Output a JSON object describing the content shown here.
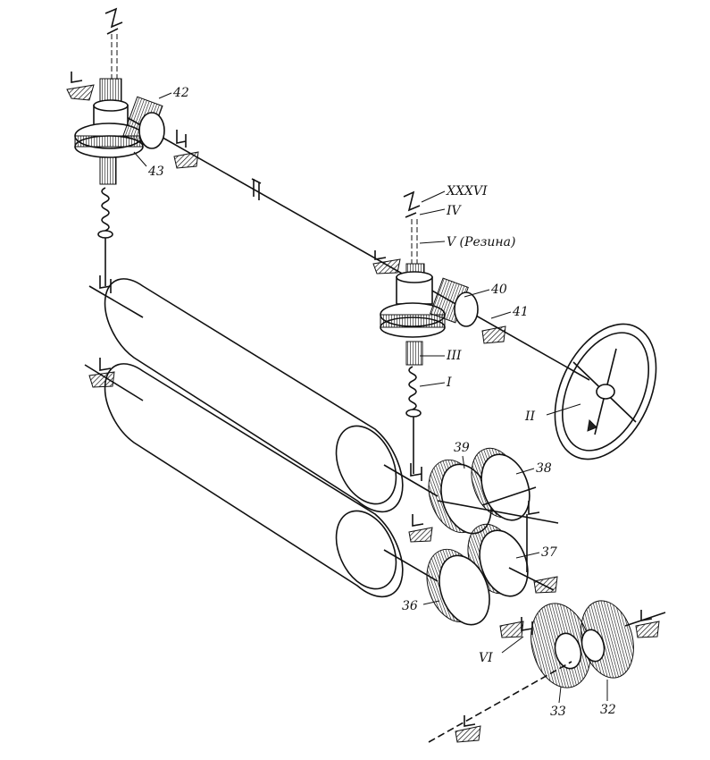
{
  "labels": {
    "l42": "42",
    "l43": "43",
    "l40": "40",
    "l41": "41",
    "lxxxvi": "XXXVI",
    "liv": "IV",
    "lv": "V (Резина)",
    "liii": "III",
    "li": "I",
    "lii": "II",
    "l39": "39",
    "l38": "38",
    "l37": "37",
    "l36": "36",
    "lvi": "VI",
    "l33": "33",
    "l32": "32"
  }
}
